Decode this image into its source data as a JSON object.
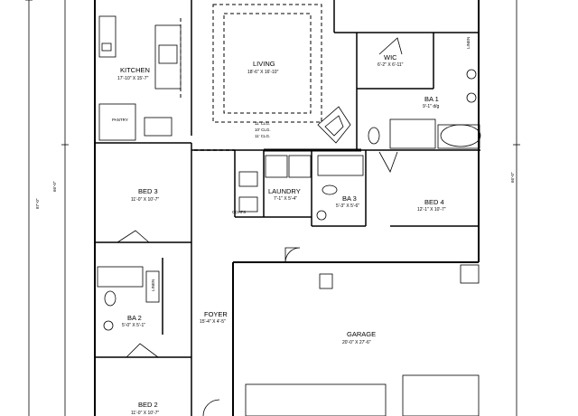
{
  "rooms": {
    "kitchen": {
      "name": "KITCHEN",
      "dim": "17'-10\" X 15'-7\""
    },
    "pantry": {
      "name": "PANTRY"
    },
    "living": {
      "name": "LIVING",
      "dim": "18'-6\" X 16'-10\""
    },
    "wic": {
      "name": "WIC",
      "dim": "6'-2\" X 6'-11\""
    },
    "ba1": {
      "name": "BA 1",
      "dim": "9'-1\" d/g"
    },
    "laundry": {
      "name": "LAUNDRY",
      "dim": "7'-1\" X 5'-4\""
    },
    "ba3": {
      "name": "BA 3",
      "dim": "5'-3\" X 5'-6\""
    },
    "bed4": {
      "name": "BED 4",
      "dim": "12'-1\" X 10'-7\""
    },
    "bed3": {
      "name": "BED 3",
      "dim": "11'-0\" X 10'-7\""
    },
    "coats": {
      "name": "COATS"
    },
    "ba2": {
      "name": "BA 2",
      "dim": "5'-0\" X 5'-1\""
    },
    "foyer": {
      "name": "FOYER",
      "dim": "15'-4\" X 4'-5\""
    },
    "garage": {
      "name": "GARAGE",
      "dim": "20'-0\" X 27'-6\""
    },
    "bed2": {
      "name": "BED 2",
      "dim": "11'-0\" X 10'-7\""
    }
  },
  "annotations": {
    "ceil_1": "11' CLG.",
    "ceil_2": "10' CLG.",
    "ceil_3": "11' CLG.",
    "linen_1": "LINEN",
    "linen_2": "LINEN"
  },
  "overall_dims": {
    "left_outer": "87'-0\"",
    "left_inner": "66'-0\"",
    "right": "66'-0\""
  }
}
